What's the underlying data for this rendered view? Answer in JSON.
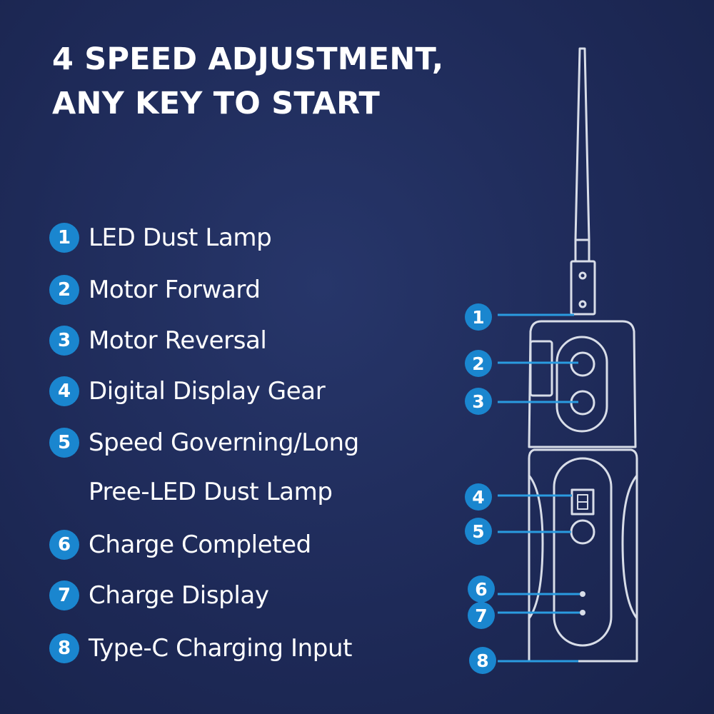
{
  "title": "4 SPEED ADJUSTMENT, ANY KEY TO START",
  "legend": [
    {
      "num": "1",
      "label": "LED Dust Lamp"
    },
    {
      "num": "2",
      "label": "Motor Forward"
    },
    {
      "num": "3",
      "label": "Motor Reversal"
    },
    {
      "num": "4",
      "label": "Digital Display Gear"
    },
    {
      "num": "5",
      "label": "Speed Governing/Long",
      "continuation": "Pree-LED Dust Lamp"
    },
    {
      "num": "6",
      "label": "Charge Completed"
    },
    {
      "num": "7",
      "label": "Charge Display"
    },
    {
      "num": "8",
      "label": "Type-C Charging Input"
    }
  ],
  "callouts": [
    "1",
    "2",
    "3",
    "4",
    "5",
    "6",
    "7",
    "8"
  ],
  "colors": {
    "background": "#1e2a58",
    "badge": "#1a86cf",
    "line": "#2a9be0",
    "outline": "#d8dde8"
  }
}
